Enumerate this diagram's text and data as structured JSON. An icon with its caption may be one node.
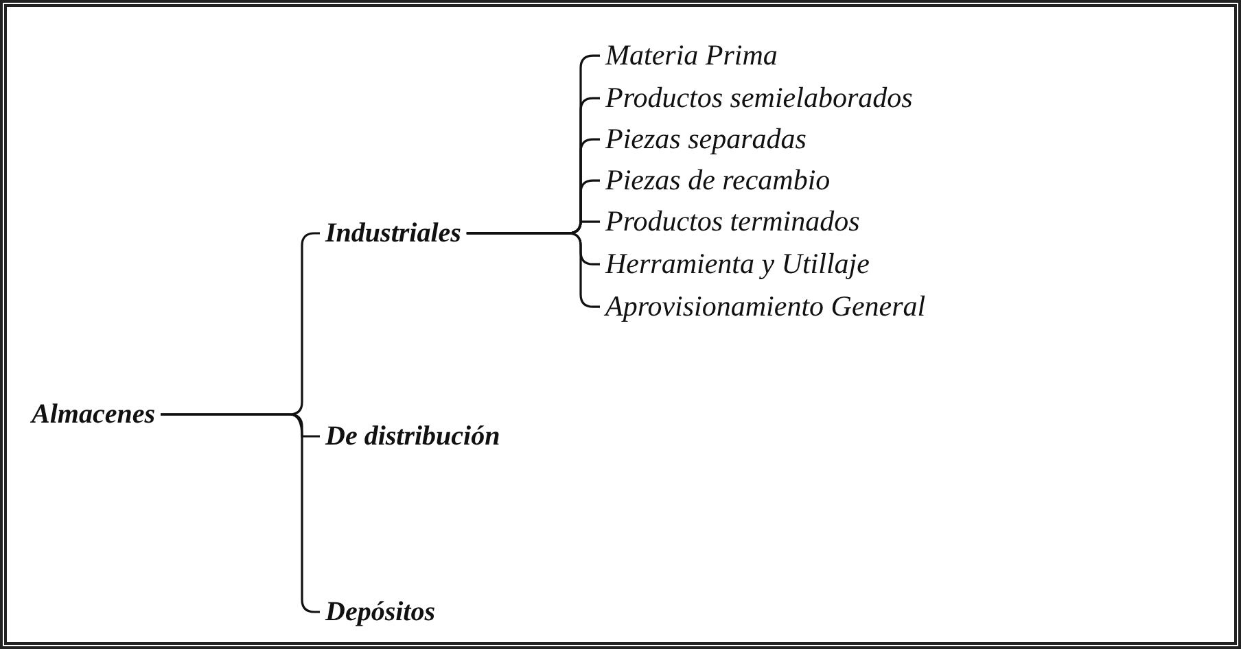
{
  "diagram": {
    "nodes": [
      {
        "text": [
          "Almacenes"
        ]
      },
      {
        "text": [
          "Industriales"
        ]
      },
      {
        "text": [
          "De distribución"
        ]
      },
      {
        "text": [
          "Depósitos"
        ]
      },
      {
        "text": [
          "Materia Prima"
        ]
      },
      {
        "text": [
          "Productos semielaborados"
        ]
      },
      {
        "text": [
          "Piezas separadas"
        ]
      },
      {
        "text": [
          "Piezas de recambio"
        ]
      },
      {
        "text": [
          "Productos terminados"
        ]
      },
      {
        "text": [
          "Herramienta y Utillaje"
        ]
      },
      {
        "text": [
          "Aprovisionamiento General"
        ]
      }
    ],
    "edges": [
      {
        "from": 0,
        "to": 1,
        "arrow": "none"
      },
      {
        "from": 0,
        "to": 2,
        "arrow": "none"
      },
      {
        "from": 0,
        "to": 3,
        "arrow": "none"
      },
      {
        "from": 1,
        "to": 4,
        "arrow": "none"
      },
      {
        "from": 1,
        "to": 5,
        "arrow": "none"
      },
      {
        "from": 1,
        "to": 6,
        "arrow": "none"
      },
      {
        "from": 1,
        "to": 7,
        "arrow": "none"
      },
      {
        "from": 1,
        "to": 8,
        "arrow": "none"
      },
      {
        "from": 1,
        "to": 9,
        "arrow": "none"
      },
      {
        "from": 1,
        "to": 10,
        "arrow": "none"
      }
    ]
  }
}
